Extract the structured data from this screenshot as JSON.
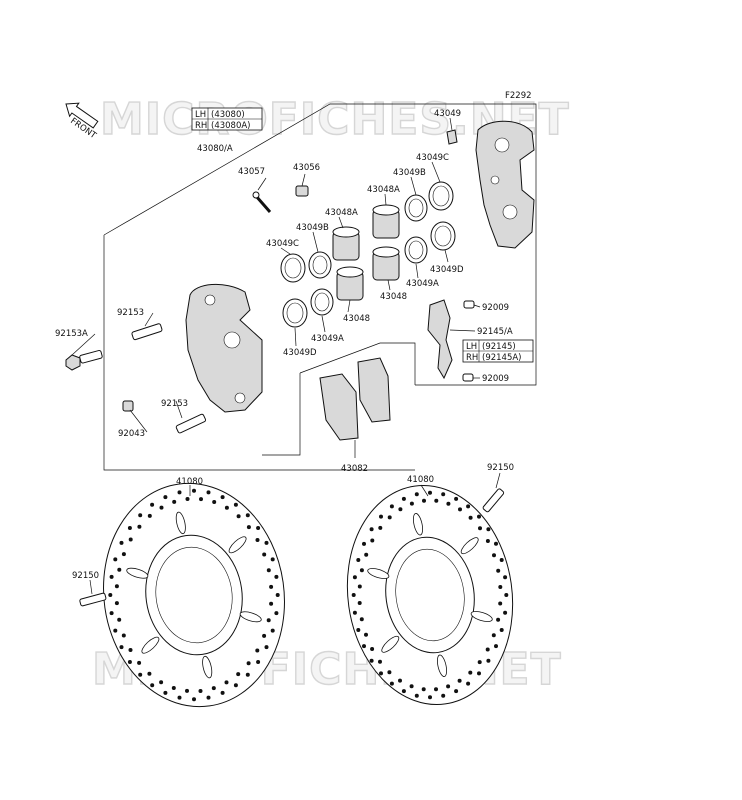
{
  "figure_code": "F2292",
  "watermark": "MICROFICHES.NET",
  "front_badge": "FRONT",
  "caliper_variant_box": [
    {
      "side": "LH",
      "part": "(43080)"
    },
    {
      "side": "RH",
      "part": "(43080A)"
    }
  ],
  "bracket_variant_box": [
    {
      "side": "LH",
      "part": "(92145)"
    },
    {
      "side": "RH",
      "part": "(92145A)"
    }
  ],
  "labels": {
    "caliper_assy": "43080/A",
    "bleeder": "43057",
    "cap": "43056",
    "pad_spring_right": "43049",
    "seal_c_right": "43049C",
    "seal_b_right": "43049B",
    "piston_a_right": "43048A",
    "piston_a_left": "43048A",
    "seal_b_left": "43049B",
    "seal_c_left": "43049C",
    "seal_d_right": "43049D",
    "seal_a_right": "43049A",
    "piston_right": "43048",
    "piston_left": "43048",
    "seal_a_left": "43049A",
    "seal_d_left": "43049D",
    "bolt_upper": "92153",
    "bolt_lower": "92153",
    "bolt_front": "92153A",
    "plug": "92043",
    "pads": "43082",
    "screw_upper": "92009",
    "screw_lower": "92009",
    "bracket": "92145/A",
    "disc_left": "41080",
    "disc_right": "41080",
    "disc_bolt_left": "92150",
    "disc_bolt_right": "92150"
  }
}
